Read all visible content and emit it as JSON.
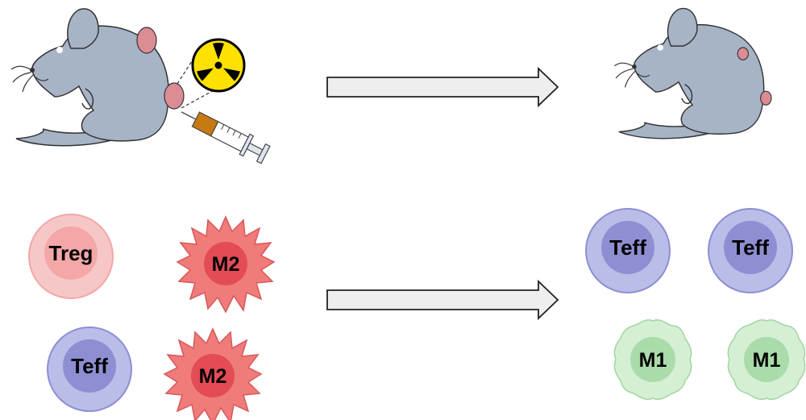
{
  "cells": {
    "treg": "Treg",
    "m2_top": "M2",
    "m2_bottom": "M2",
    "teff_left": "Teff",
    "teff_right_1": "Teff",
    "teff_right_2": "Teff",
    "m1_1": "M1",
    "m1_2": "M1"
  },
  "icons": {
    "radiation": "radiation-icon",
    "syringe": "syringe-icon",
    "mouse": "mouse-icon",
    "arrow": "right-arrow-icon"
  },
  "colors": {
    "mouse_body": "#a6b4c6",
    "tumor": "#dc8c94",
    "treg_outer": "#f7c7c7",
    "treg_inner": "#f3a7a7",
    "m2_fill": "#f07b7b",
    "m2_nucleus": "#e34c55",
    "teff_outer": "#b9bde8",
    "teff_inner": "#8e8fd2",
    "m1_fill": "#d5efd5",
    "m1_nucleus": "#a9dca9",
    "radiation_yellow": "#ffe100",
    "arrow_fill": "#eeeeee"
  }
}
